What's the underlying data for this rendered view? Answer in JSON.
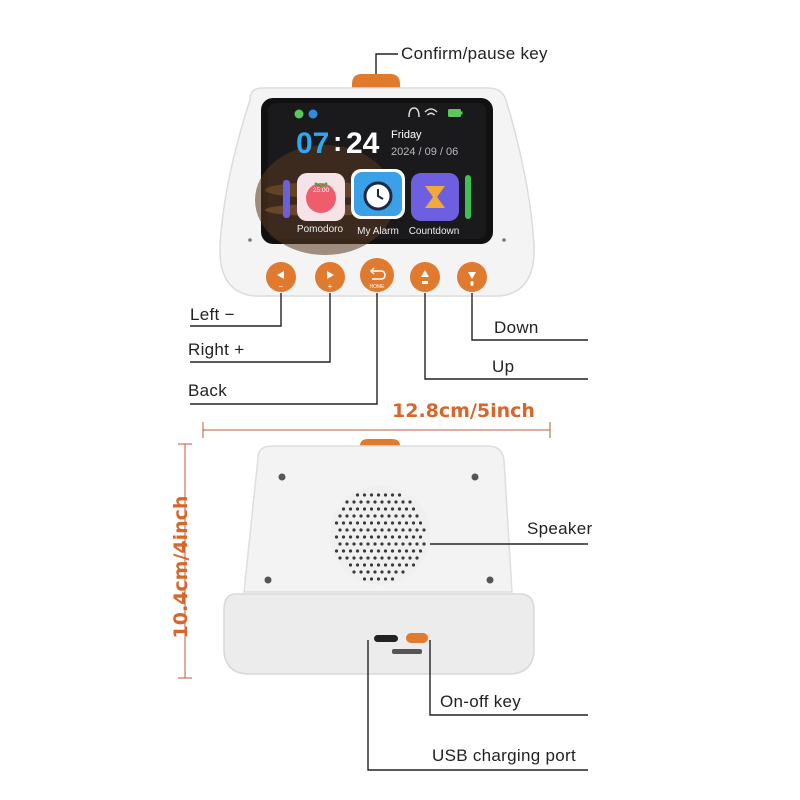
{
  "screen": {
    "time_hours": "07",
    "time_minutes": "24",
    "day": "Friday",
    "date": "2024 / 09 / 06",
    "apps": [
      {
        "label": "Pomodoro",
        "badge": "25:00"
      },
      {
        "label": "My Alarm"
      },
      {
        "label": "Countdown"
      }
    ]
  },
  "buttons": {
    "home_caption": "HOME",
    "minus_sign": "−",
    "plus_sign": "+"
  },
  "callouts": {
    "confirm_pause": "Confirm/pause key",
    "left": "Left −",
    "right": "Right +",
    "back": "Back",
    "down": "Down",
    "up": "Up",
    "speaker": "Speaker",
    "on_off": "On-off key",
    "usb": "USB charging port"
  },
  "dimensions": {
    "width": "12.8cm/5inch",
    "height": "10.4cm/4inch"
  },
  "colors": {
    "accent": "#e07a2e",
    "body": "#f3f3f3",
    "screen": "#101010",
    "dimension_text": "#d8662a"
  },
  "icons": [
    "wechat-icon",
    "bluetooth-icon",
    "headphone-icon",
    "wifi-icon",
    "battery-icon",
    "tomato-icon",
    "alarm-clock-icon",
    "hourglass-icon"
  ]
}
